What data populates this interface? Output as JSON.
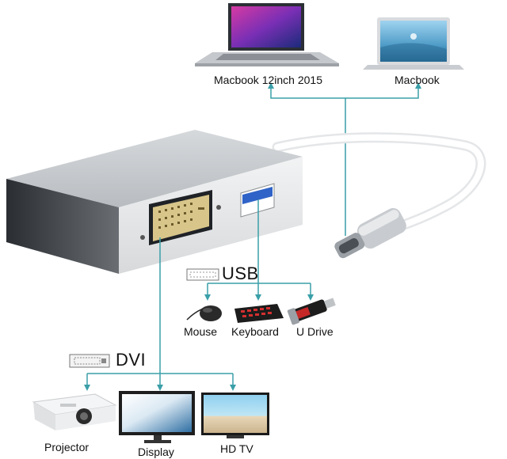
{
  "hosts": {
    "left": "Macbook 12inch 2015",
    "right": "Macbook"
  },
  "groups": {
    "usb": "USB",
    "dvi": "DVI"
  },
  "usb_devices": [
    "Mouse",
    "Keyboard",
    "U Drive"
  ],
  "dvi_devices": [
    "Projector",
    "Display",
    "HD TV"
  ],
  "colors": {
    "connector_line": "#3a9fa8",
    "hub_body": "#c9ccd0",
    "hub_front": "#e6e8ea"
  }
}
